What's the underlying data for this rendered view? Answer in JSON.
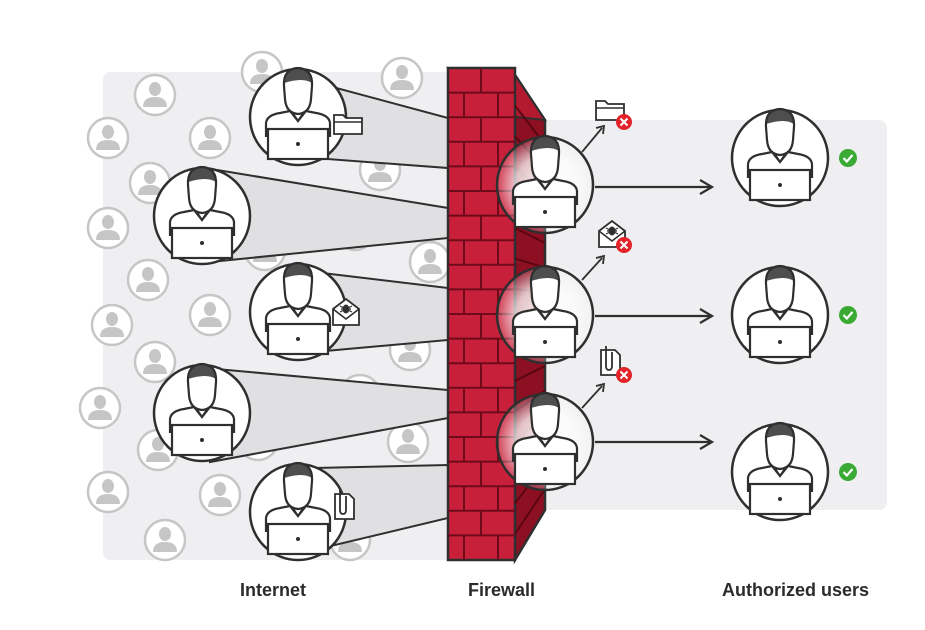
{
  "labels": {
    "internet": "Internet",
    "firewall": "Firewall",
    "authorized_users": "Authorized users"
  },
  "colors": {
    "brick": "#c8203a",
    "brick_mortar": "#8d0f22",
    "outline": "#2f2f2f",
    "ghost_user": "#c6c6c6",
    "background_panel": "#efeff1",
    "allowed": "#3aaa35",
    "blocked": "#e2232a"
  },
  "internet_users": [
    {
      "name": "user-1",
      "threat": "folder-icon"
    },
    {
      "name": "user-2",
      "threat": "none"
    },
    {
      "name": "user-3",
      "threat": "bug-envelope-icon"
    },
    {
      "name": "user-4",
      "threat": "none"
    },
    {
      "name": "user-5",
      "threat": "attachment-icon"
    }
  ],
  "blocked_items": [
    {
      "name": "blocked-folder",
      "icon": "folder-icon",
      "status": "blocked"
    },
    {
      "name": "blocked-bug-mail",
      "icon": "bug-envelope-icon",
      "status": "blocked"
    },
    {
      "name": "blocked-attachment",
      "icon": "attachment-icon",
      "status": "blocked"
    }
  ],
  "authorized_users": [
    {
      "name": "authorized-user-1",
      "status": "allowed"
    },
    {
      "name": "authorized-user-2",
      "status": "allowed"
    },
    {
      "name": "authorized-user-3",
      "status": "allowed"
    }
  ]
}
